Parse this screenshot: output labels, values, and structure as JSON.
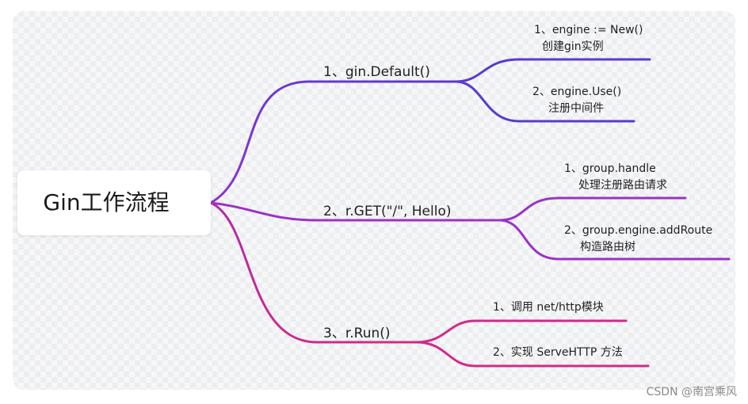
{
  "root": {
    "label": "Gin工作流程"
  },
  "branches": [
    {
      "label": "1、gin.Default()",
      "color": "#6a35cf",
      "leaves": [
        {
          "line1": "1、engine := New()",
          "line2": "创建gin实例"
        },
        {
          "line1": "2、engine.Use()",
          "line2": "注册中间件"
        }
      ]
    },
    {
      "label": "2、r.GET(\"/\", Hello)",
      "color": "#9b32c8",
      "leaves": [
        {
          "line1": "1、group.handle",
          "line2": "处理注册路由请求"
        },
        {
          "line1": "2、group.engine.addRoute",
          "line2": "构造路由树"
        }
      ]
    },
    {
      "label": "3、r.Run()",
      "color": "#d12a8a",
      "leaves": [
        {
          "line1": "1、调用 net/http模块"
        },
        {
          "line1": "2、实现 ServeHTTP 方法"
        }
      ]
    }
  ],
  "watermark": "CSDN @南宫乘风"
}
